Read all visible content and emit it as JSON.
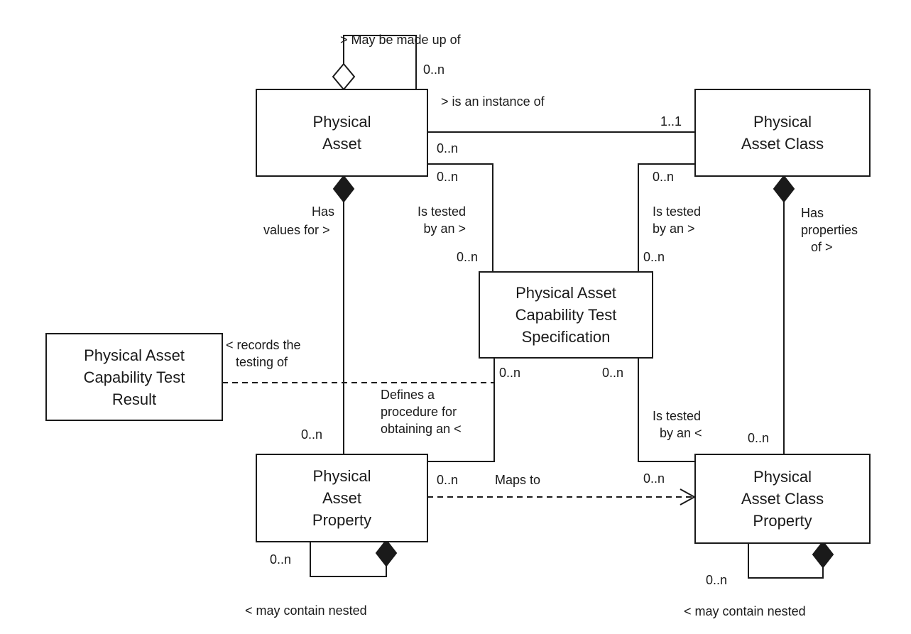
{
  "entities": {
    "physical_asset": [
      "Physical",
      "Asset"
    ],
    "physical_asset_class": [
      "Physical",
      "Asset Class"
    ],
    "test_specification": [
      "Physical Asset",
      "Capability Test",
      "Specification"
    ],
    "test_result": [
      "Physical Asset",
      "Capability Test",
      "Result"
    ],
    "physical_asset_property": [
      "Physical",
      "Asset",
      "Property"
    ],
    "physical_asset_class_property": [
      "Physical",
      "Asset Class",
      "Property"
    ]
  },
  "relationships": {
    "made_up_of": "> May be made up of",
    "instance_of": "> is an instance of",
    "has_values_for": [
      "Has",
      "values for >"
    ],
    "asset_tested_by": [
      "Is tested",
      "by an >"
    ],
    "class_tested_by": [
      "Is tested",
      "by an >"
    ],
    "has_properties_of": [
      "Has",
      "properties",
      "of >"
    ],
    "records_testing_of": [
      "< records the",
      "testing of"
    ],
    "defines_procedure": [
      "Defines a",
      "procedure for",
      "obtaining an <"
    ],
    "class_property_tested_by": [
      "Is tested",
      "by an <"
    ],
    "maps_to": "Maps to",
    "asset_property_nested": "< may contain nested",
    "class_property_nested": "< may contain nested"
  },
  "multiplicities": {
    "made_up_of_end": "0..n",
    "instance_of_asset": "0..n",
    "instance_of_class": "1..1",
    "asset_test_upper": "0..n",
    "asset_test_lower": "0..n",
    "class_test_upper": "0..n",
    "class_test_lower": "0..n",
    "spec_left_bottom": "0..n",
    "spec_right_bottom": "0..n",
    "asset_property_end": "0..n",
    "maps_to_source": "0..n",
    "class_property_test_end": "0..n",
    "class_property_end": "0..n",
    "asset_property_nested_end": "0..n",
    "class_property_nested_end": "0..n"
  }
}
